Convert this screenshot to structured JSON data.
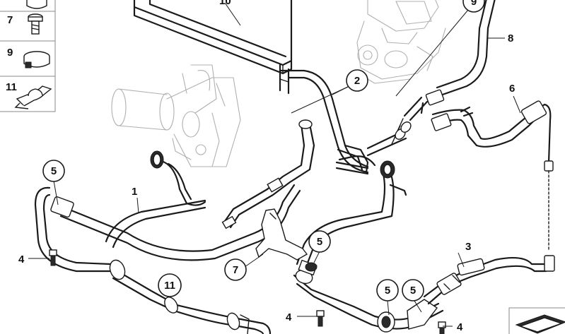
{
  "legend": [
    {
      "number": "7"
    },
    {
      "number": "9"
    },
    {
      "number": "11"
    }
  ],
  "callouts_circled": {
    "c2": "2",
    "c5a": "5",
    "c5b": "5",
    "c5c": "5",
    "c5d": "5",
    "c7": "7",
    "c9": "9",
    "c11": "11"
  },
  "labels_plain": {
    "l1": "1",
    "l3": "3",
    "l4a": "4",
    "l4b": "4",
    "l4c": "4",
    "l6": "6",
    "l8": "8",
    "l10": "10"
  },
  "colors": {
    "line": "#1a1a1a",
    "ghost": "#b0b0b0",
    "background": "#ffffff"
  }
}
